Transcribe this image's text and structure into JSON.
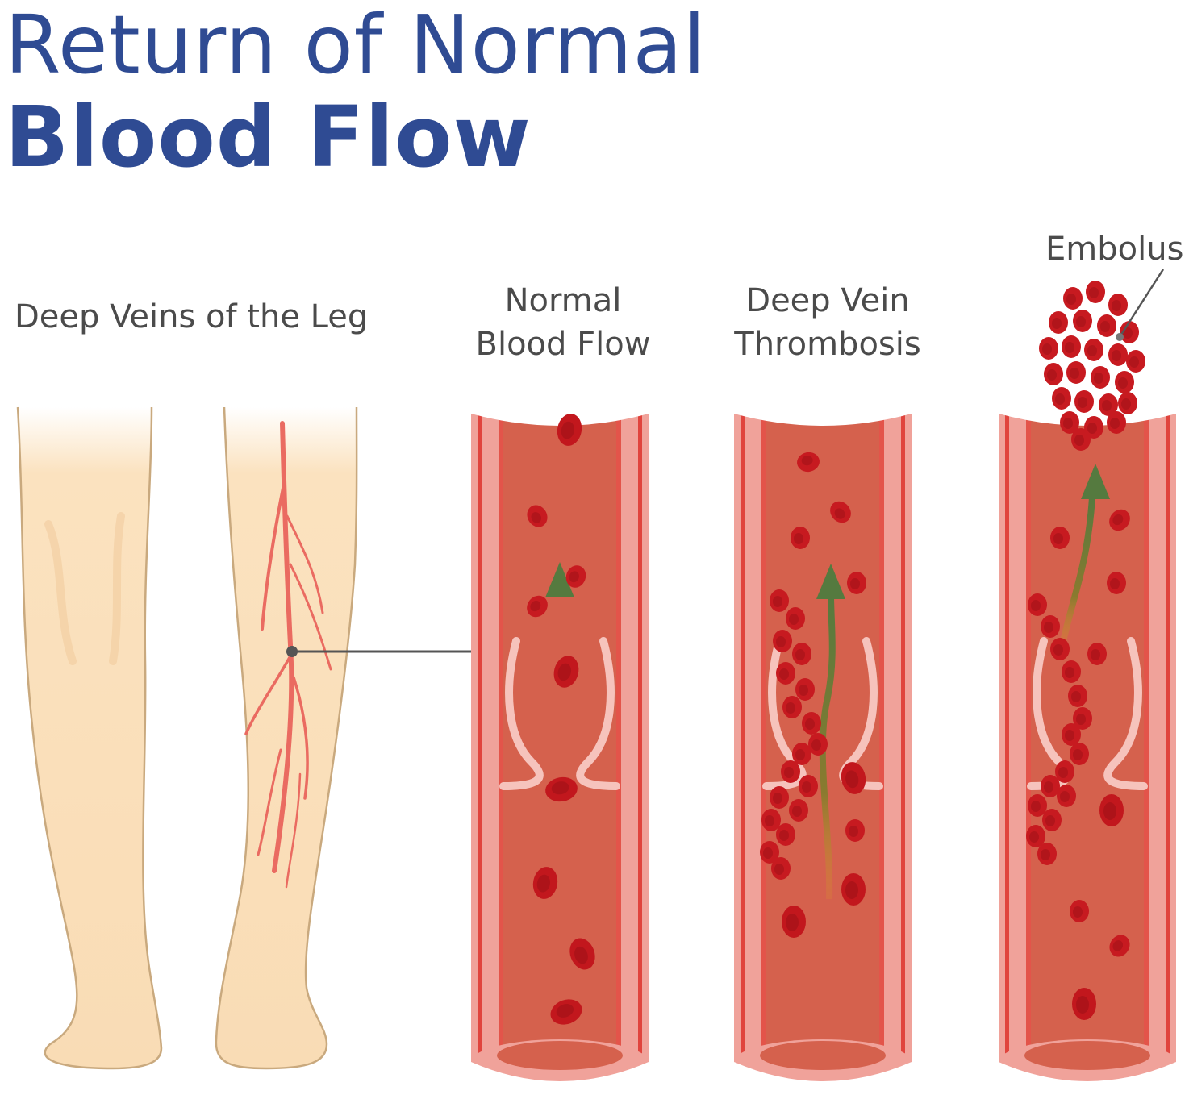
{
  "title": {
    "line1": "Return of Normal",
    "line2": "Blood Flow"
  },
  "labels": {
    "legs": "Deep Veins of the Leg",
    "normal_line1": "Normal",
    "normal_line2": "Blood Flow",
    "dvt_line1": "Deep Vein",
    "dvt_line2": "Thrombosis",
    "embolus": "Embolus"
  },
  "colors": {
    "title": "#2f4b93",
    "label": "#4b4b4b",
    "skin": "#fbe2bf",
    "skin_outline": "#c9a97e",
    "vein": "#ea6b61",
    "vessel_wall": "#f3a7a0",
    "vessel_outer": "#e0443d",
    "vessel_inner": "#d9604c",
    "blood_cell": "#c2171d",
    "flow_arrow": "#557a3f",
    "pointer": "#555555"
  },
  "icons": [
    "leg-back-icon",
    "leg-veins-icon",
    "vessel-icon",
    "blood-cell-icon",
    "clot-icon",
    "flow-arrow-icon"
  ]
}
